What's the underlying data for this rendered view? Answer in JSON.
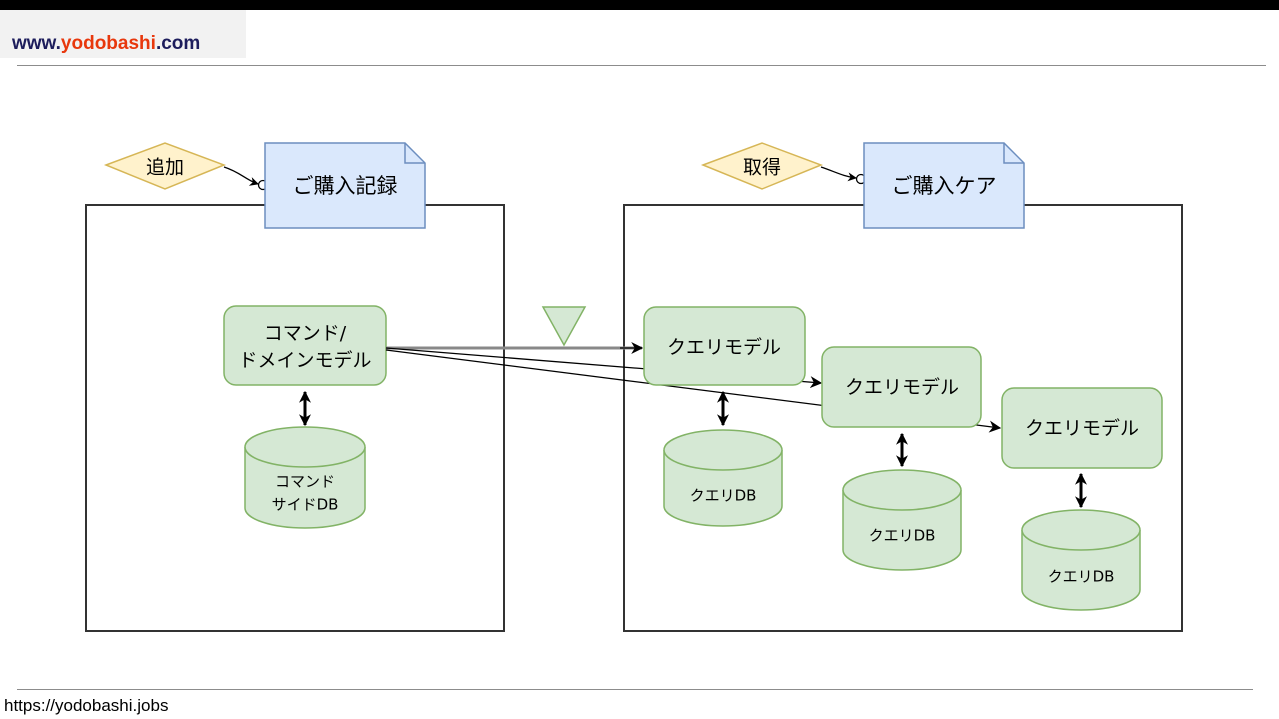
{
  "header": {
    "logo": {
      "prefix": "www.",
      "name": "yodobashi",
      "suffix": ".com"
    }
  },
  "footer": {
    "url": "https://yodobashi.jobs"
  },
  "diagram": {
    "command_side": {
      "trigger_label": "追加",
      "interface_label": "ご購入記録",
      "model_label_line1": "コマンド/",
      "model_label_line2": "ドメインモデル",
      "db_label_line1": "コマンド",
      "db_label_line2": "サイドDB"
    },
    "query_side": {
      "trigger_label": "取得",
      "interface_label": "ご購入ケア",
      "models": [
        {
          "label": "クエリモデル",
          "db_label": "クエリDB"
        },
        {
          "label": "クエリモデル",
          "db_label": "クエリDB"
        },
        {
          "label": "クエリモデル",
          "db_label": "クエリDB"
        }
      ]
    }
  },
  "colors": {
    "green_fill": "#d5e8d4",
    "green_stroke": "#82b366",
    "blue_fill": "#dae8fc",
    "blue_stroke": "#6c8ebf",
    "yellow_fill": "#fff2cc",
    "yellow_stroke": "#d6b656",
    "box_stroke": "#333333",
    "logo_dark": "#1d1d5c",
    "logo_orange": "#e8380d"
  }
}
